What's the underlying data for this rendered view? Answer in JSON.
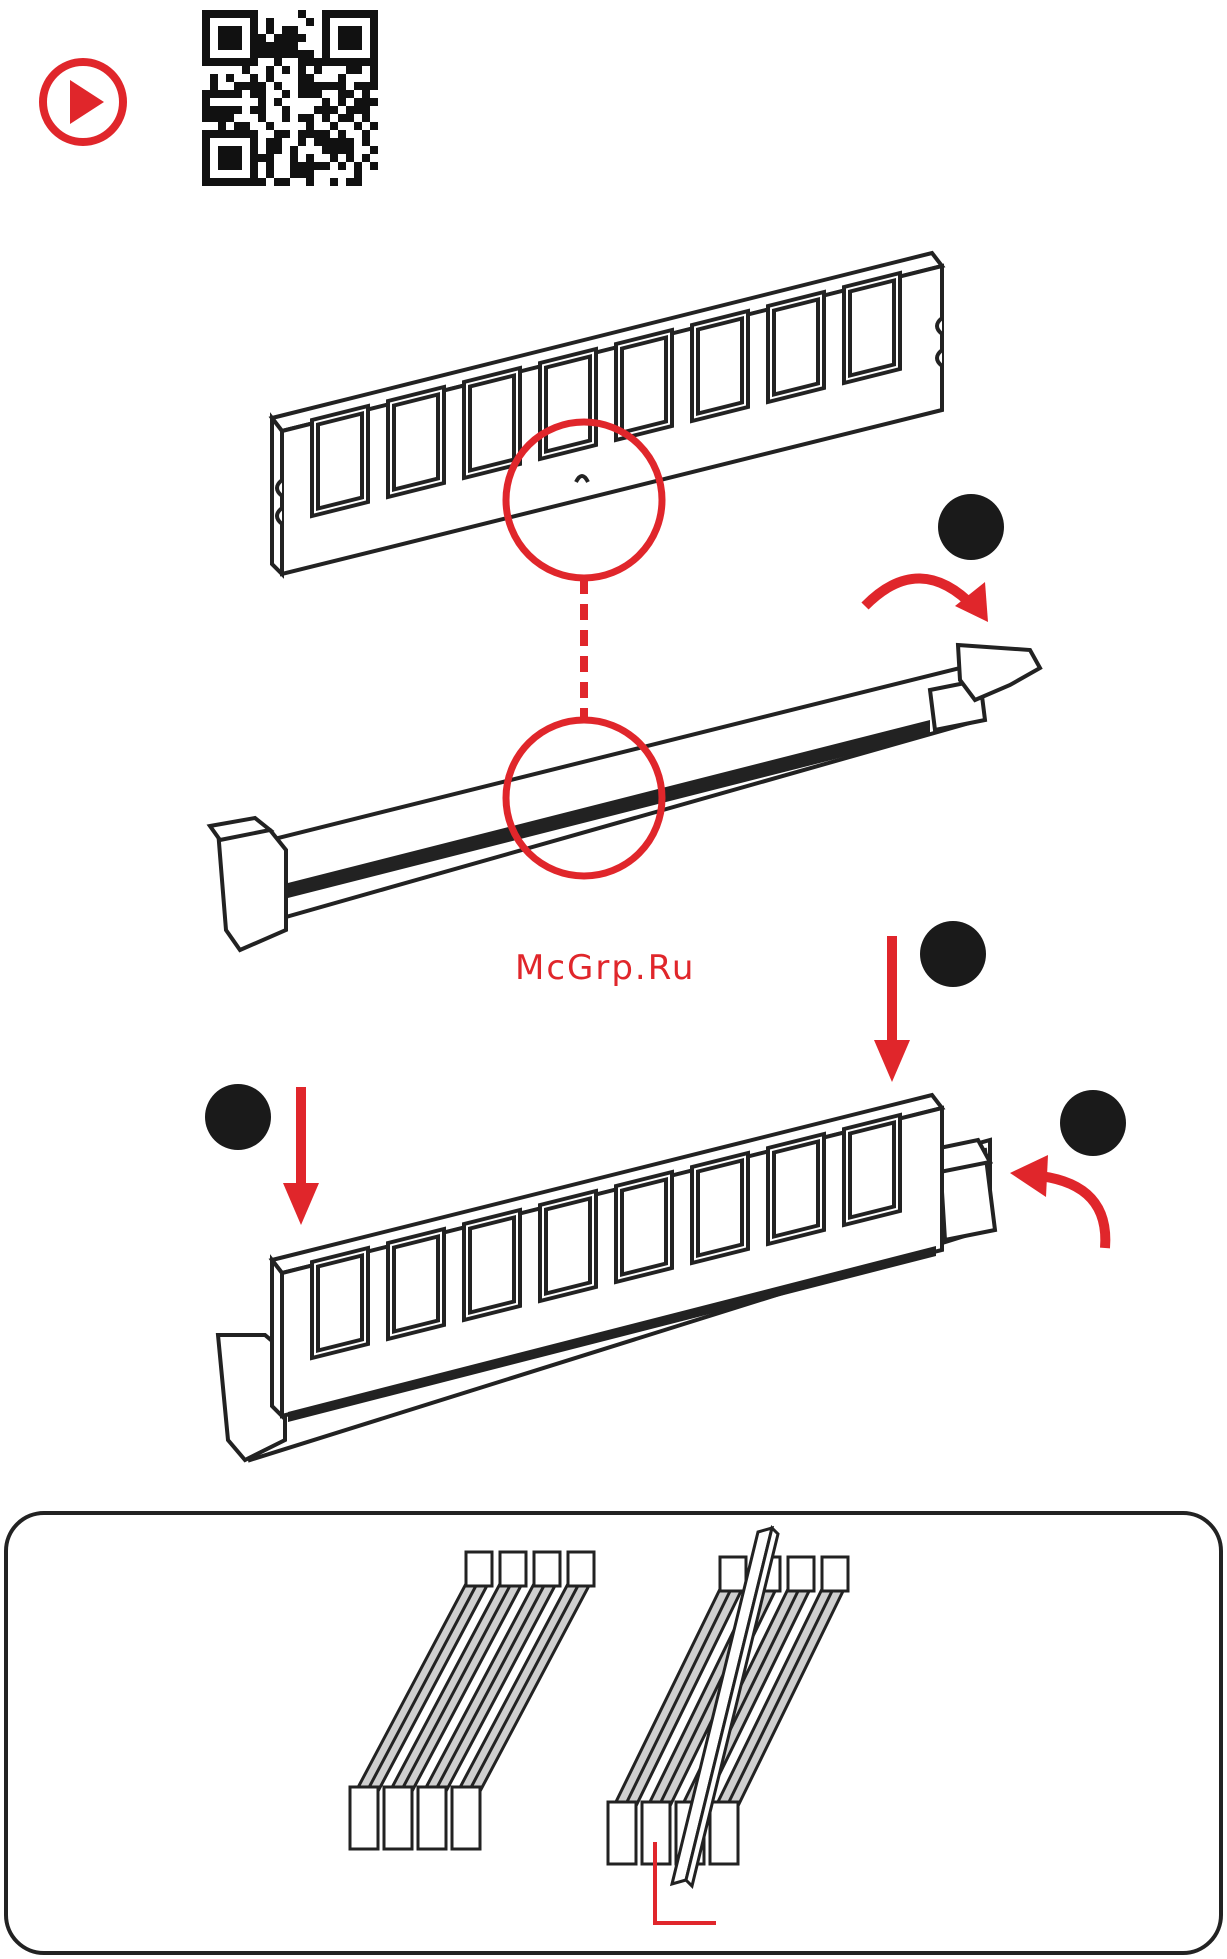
{
  "watermark": "McGrp.Ru",
  "colors": {
    "accent": "#e0262b",
    "ink": "#1a1a1a",
    "line": "#222222",
    "paper": "#ffffff"
  },
  "icons": {
    "play": "play-circle-icon",
    "qr": "qr-code-icon"
  },
  "figure": {
    "module_chip_count": 8,
    "step_markers": 4,
    "slot_groups": 2,
    "slots_per_group": 4
  }
}
